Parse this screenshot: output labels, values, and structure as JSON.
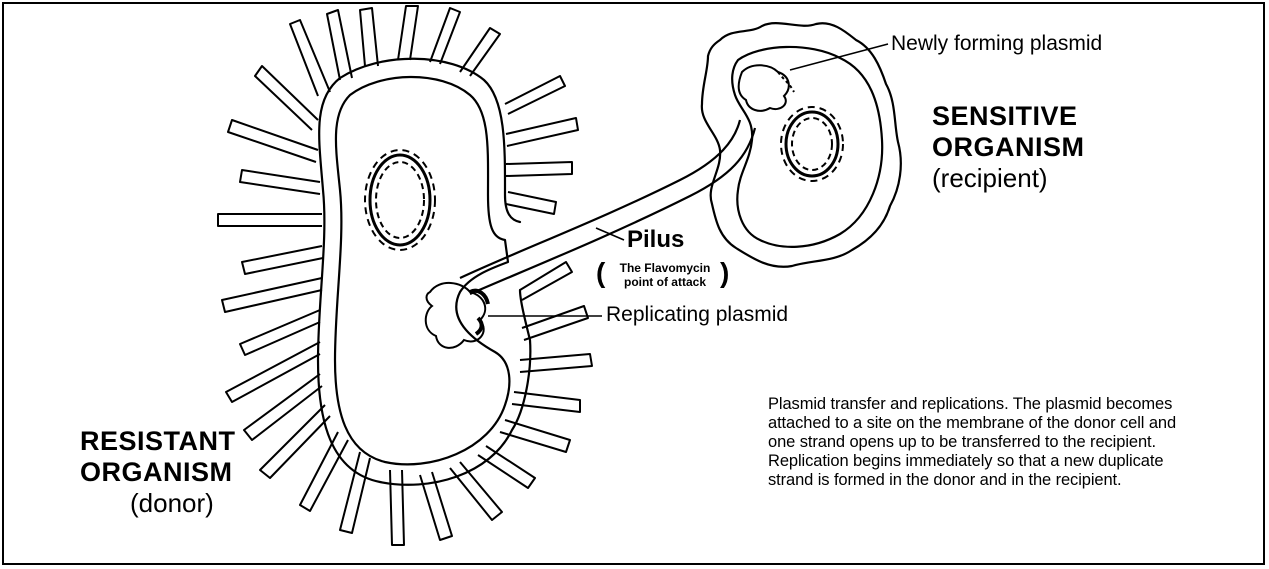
{
  "labels": {
    "newly_forming": "Newly forming plasmid",
    "sensitive_1": "SENSITIVE",
    "sensitive_2": "ORGANISM",
    "sensitive_3": "(recipient)",
    "pilus": "Pilus",
    "pilus_note_1": "The Flavomycin",
    "pilus_note_2": "point of attack",
    "replicating": "Replicating plasmid",
    "resistant_1": "RESISTANT",
    "resistant_2": "ORGANISM",
    "resistant_3": "(donor)"
  },
  "caption": "Plasmid transfer and replications. The plasmid becomes attached to a site on the membrane of the donor cell and one strand opens up to be transferred to the recipient. Replication begins immediately so that a new duplicate strand is formed in the donor and in the recipient."
}
